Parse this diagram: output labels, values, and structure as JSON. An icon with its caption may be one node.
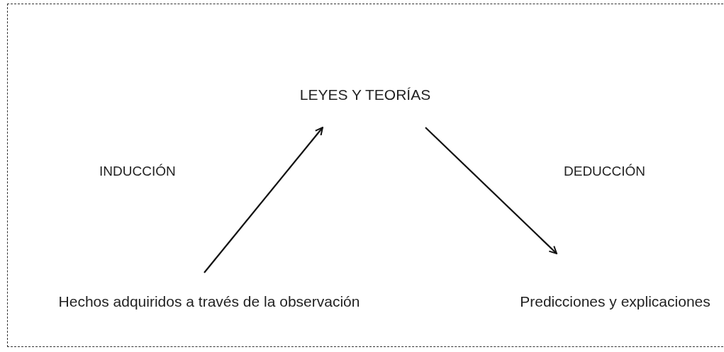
{
  "diagram": {
    "nodes": [
      {
        "text": [
          "LEYES Y TEORÍAS"
        ]
      },
      {
        "text": [
          "Hechos adquiridos a través de la observación"
        ]
      },
      {
        "text": [
          "Predicciones y explicaciones"
        ]
      }
    ],
    "edges": [
      {
        "from": 1,
        "to": 0,
        "arrow": "to"
      },
      {
        "from": 0,
        "to": 2,
        "arrow": "to"
      }
    ],
    "labels": [
      "INDUCCIÓN",
      "DEDUCCIÓN"
    ]
  }
}
